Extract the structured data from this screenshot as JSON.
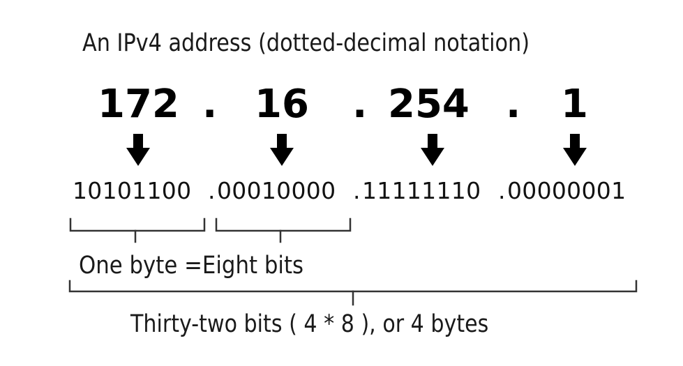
{
  "title": "An IPv4 address  (dotted-decimal notation)",
  "octets": [
    {
      "decimal": "172",
      "binary": "10101100"
    },
    {
      "decimal": "16",
      "binary": "00010000"
    },
    {
      "decimal": "254",
      "binary": "11111110"
    },
    {
      "decimal": "1",
      "binary": "00000001"
    }
  ],
  "separator": ".",
  "binary_separator": ".",
  "byte_label": "One byte =Eight bits",
  "total_label": "Thirty-two bits ( 4 * 8 ), or 4 bytes",
  "icons": {
    "arrow": "down-arrow-icon",
    "bracket": "bracket-brace"
  },
  "colors": {
    "foreground": "#000000",
    "text": "#1a1a1a",
    "bracket": "#333333",
    "background": "#ffffff"
  }
}
